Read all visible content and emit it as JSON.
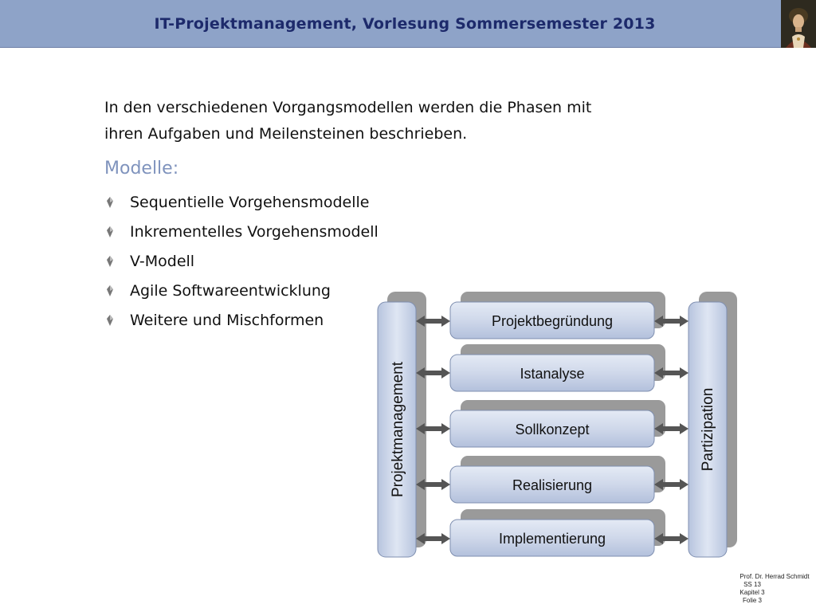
{
  "header": {
    "title": "IT-Projektmanagement, Vorlesung Sommersemester 2013"
  },
  "intro": {
    "line1": "In den verschiedenen Vorgangsmodellen werden die Phasen mit",
    "line2": "ihren Aufgaben und Meilensteinen beschrieben."
  },
  "models": {
    "heading": "Modelle:",
    "items": [
      "Sequentielle Vorgehensmodelle",
      "Inkrementelles Vorgehensmodell",
      "V-Modell",
      "Agile Softwareentwicklung",
      "Weitere und Mischformen"
    ]
  },
  "diagram": {
    "left_bar": "Projektmanagement",
    "right_bar": "Partizipation",
    "phases": [
      "Projektbegründung",
      "Istanalyse",
      "Sollkonzept",
      "Realisierung",
      "Implementierung"
    ]
  },
  "footer": {
    "author": "Prof. Dr. Herrad Schmidt",
    "semester": "SS 13",
    "chapter": "Kapitel 3",
    "slide": "Folie 3"
  },
  "colors": {
    "header_bg": "#8ea3c8",
    "title_text": "#1d2a6b",
    "accent": "#7f93bd",
    "box_fill": "#c9d3e8",
    "shadow": "#9a9a9a",
    "arrow": "#555555"
  }
}
